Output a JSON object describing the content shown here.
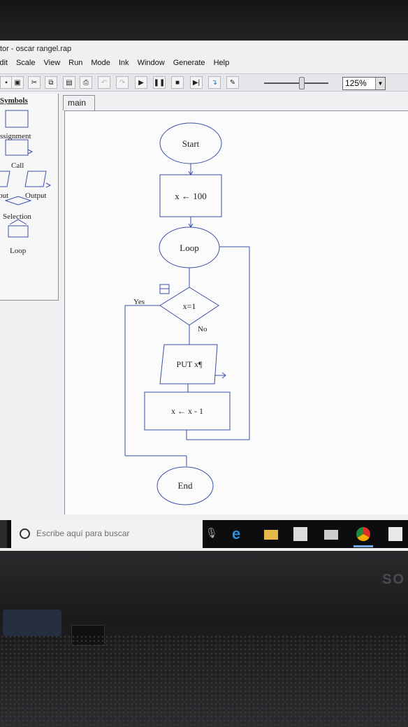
{
  "window": {
    "title": "tor - oscar rangel.rap"
  },
  "menu": [
    "Edit",
    "Scale",
    "View",
    "Run",
    "Mode",
    "Ink",
    "Window",
    "Generate",
    "Help"
  ],
  "menu_display": [
    "Edit",
    "Scale",
    "View",
    "Run",
    "Mode",
    "Ink",
    "Window",
    "Generate",
    "Help"
  ],
  "toolbar": {
    "zoom": "125%"
  },
  "symbols": {
    "title": "Symbols",
    "assignment": "Assignment",
    "call": "Call",
    "input": "Input",
    "output": "Output",
    "selection": "Selection",
    "loop": "Loop"
  },
  "tabs": {
    "main": "main"
  },
  "flowchart": {
    "start": "Start",
    "assign_init": "x ← 100",
    "loop": "Loop",
    "condition": "x=1",
    "yes": "Yes",
    "no": "No",
    "output": "PUT x¶",
    "assign_dec": "x ← x - 1",
    "end": "End"
  },
  "taskbar": {
    "search_placeholder": "Escribe aquí para buscar"
  },
  "brand": "SO",
  "colors": {
    "flow_line": "#3a4fa8",
    "taskbar": "#0d0d0f",
    "edge_blue": "#1e6fd0"
  }
}
